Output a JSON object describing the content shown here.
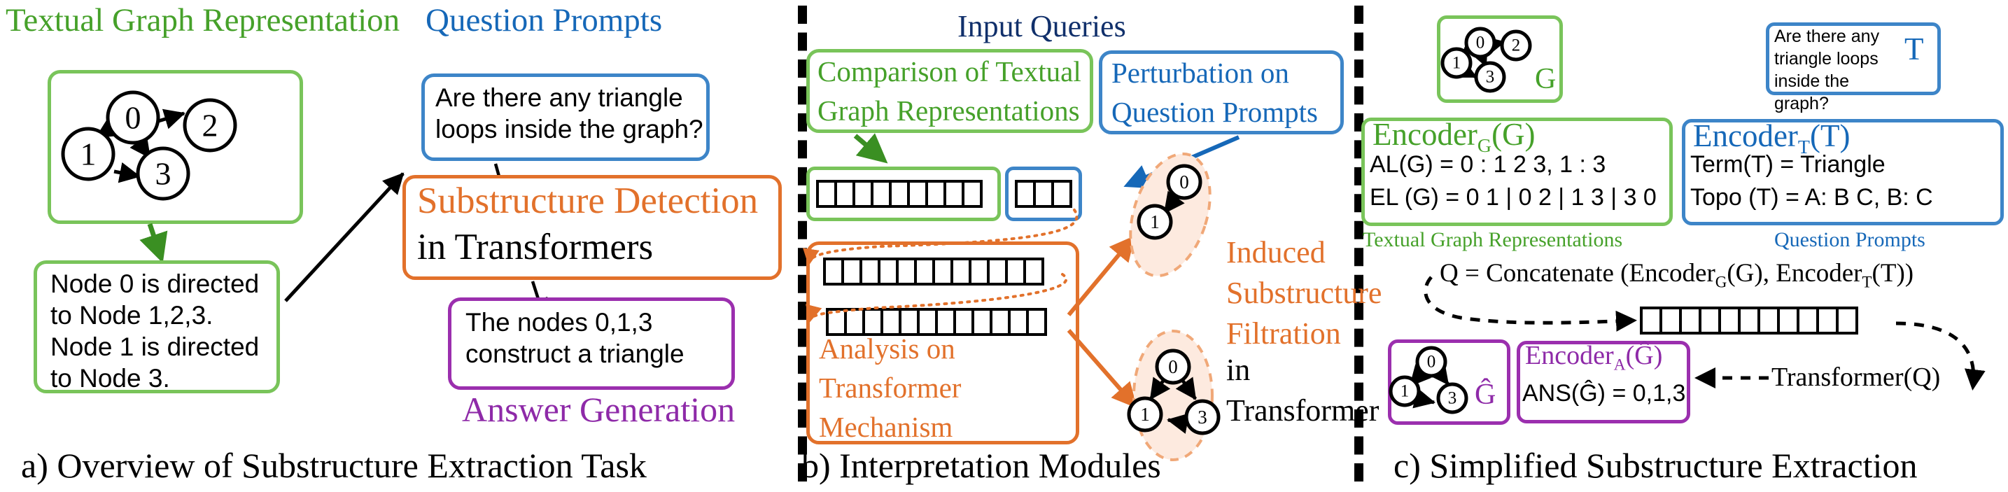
{
  "figure": {
    "panels": [
      {
        "id": "a",
        "caption": "a) Overview of Substructure Extraction Task",
        "titles": [
          {
            "name": "textual-graph-representation",
            "text": "Textual Graph Representation",
            "color": "#46a12a"
          },
          {
            "name": "question-prompts",
            "text": "Question Prompts",
            "color": "#1668b8"
          }
        ],
        "graph": {
          "nodes": [
            "0",
            "1",
            "2",
            "3"
          ],
          "edges": [
            [
              "0",
              "1"
            ],
            [
              "0",
              "2"
            ],
            [
              "0",
              "3"
            ],
            [
              "1",
              "3"
            ]
          ]
        },
        "boxes": {
          "graph_box_color": "#79c45a",
          "text_description": "Node 0 is directed\nto Node 1,2,3.\nNode 1 is directed\nto Node 3.",
          "question": "Are there any triangle\nloops inside the graph?",
          "module_title": "Substructure Detection",
          "module_subtitle": "in Transformers",
          "answer": "The nodes 0,1,3\nconstruct a triangle",
          "answer_label": "Answer Generation"
        }
      },
      {
        "id": "b",
        "caption": "b) Interpretation Modules",
        "heading": "Input Queries",
        "boxes": {
          "comparison": "Comparison of Textual\nGraph Representations",
          "perturbation": "Perturbation on\nQuestion Prompts",
          "analysis": "Analysis on\nTransformer\nMechanism",
          "filtration_title": "Induced\nSubstructure\nFiltration",
          "filtration_subtitle": "in Transformer"
        },
        "tokens": {
          "green_strip_cells": 9,
          "blue_strip_cells": 3,
          "mid_strip_cells": 12,
          "low_strip_cells": 12
        },
        "subgraph_top": {
          "nodes": [
            "0",
            "1"
          ],
          "edges": [
            [
              "0",
              "1"
            ]
          ]
        },
        "subgraph_bottom": {
          "nodes": [
            "0",
            "1",
            "3"
          ],
          "edges": [
            [
              "0",
              "1"
            ],
            [
              "0",
              "3"
            ],
            [
              "3",
              "1"
            ]
          ]
        }
      },
      {
        "id": "c",
        "caption": "c) Simplified Substructure Extraction",
        "graph_label": "G",
        "graph": {
          "nodes": [
            "0",
            "1",
            "2",
            "3"
          ],
          "edges": [
            [
              "0",
              "1"
            ],
            [
              "0",
              "2"
            ],
            [
              "0",
              "3"
            ],
            [
              "1",
              "3"
            ]
          ]
        },
        "question_box": {
          "text": "Are there any\ntriangle loops\ninside the graph?",
          "symbol": "T"
        },
        "encoder_g": {
          "title_main": "Encoder",
          "title_sub": "G",
          "title_arg": "(G)",
          "lines": [
            "AL(G) = 0 : 1 2 3, 1 : 3",
            "EL (G) = 0 1 | 0 2 | 1 3 | 3 0"
          ]
        },
        "encoder_t": {
          "title_main": "Encoder",
          "title_sub": "T",
          "title_arg": "(T)",
          "lines": [
            "Term(T) = Triangle",
            "Topo (T) = A: B C, B: C"
          ]
        },
        "label_left": "Textual Graph Representations",
        "label_right": "Question Prompts",
        "concat_line": "Q = Concatenate (Encoder",
        "concat_sub1": "G",
        "concat_mid": "(G), Encoder",
        "concat_sub2": "T",
        "concat_end": "(T))",
        "transformer_label": "Transformer(Q)",
        "q_strip_cells": 11,
        "subgraph_label": "Ĝ",
        "subgraph": {
          "nodes": [
            "0",
            "1",
            "3"
          ],
          "edges": [
            [
              "0",
              "1"
            ],
            [
              "0",
              "3"
            ],
            [
              "1",
              "3"
            ]
          ]
        },
        "encoder_a": {
          "title_main": "Encoder",
          "title_sub": "A",
          "title_arg": "(Ĝ)",
          "line": "ANS(Ĝ) = 0,1,3"
        }
      }
    ],
    "colors": {
      "green": "#46a12a",
      "green_border": "#79c45a",
      "blue": "#1668b8",
      "blue_border": "#3d85c8",
      "orange": "#e2712b",
      "purple": "#8e2aa8",
      "purple_border": "#9b2fae",
      "navy": "#11306b",
      "halo": "#fdeadf"
    }
  }
}
